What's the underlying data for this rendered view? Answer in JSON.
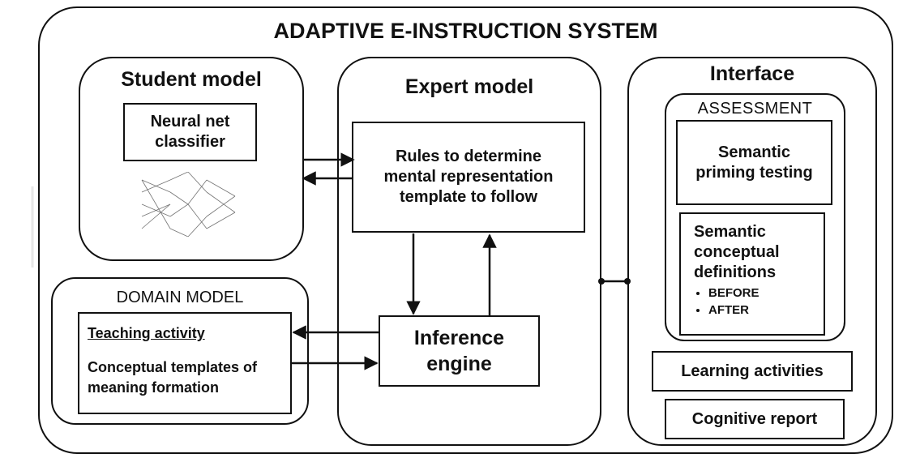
{
  "title": "ADAPTIVE E-INSTRUCTION SYSTEM",
  "student_model": {
    "heading": "Student model",
    "classifier": "Neural net classifier"
  },
  "expert_model": {
    "heading": "Expert model",
    "rules": "Rules to determine mental representation template to follow",
    "inference": "Inference engine"
  },
  "domain_model": {
    "heading": "DOMAIN MODEL",
    "teaching": "Teaching activity",
    "templates": "Conceptual templates of meaning formation"
  },
  "interface": {
    "heading": "Interface",
    "assessment": {
      "heading": "ASSESSMENT",
      "priming": "Semantic priming testing",
      "definitions": "Semantic conceptual definitions",
      "items": [
        "BEFORE",
        "AFTER"
      ]
    },
    "learning": "Learning activities",
    "report": "Cognitive report"
  },
  "colors": {
    "line": "#111111",
    "watermark": "#e6e6e6"
  }
}
